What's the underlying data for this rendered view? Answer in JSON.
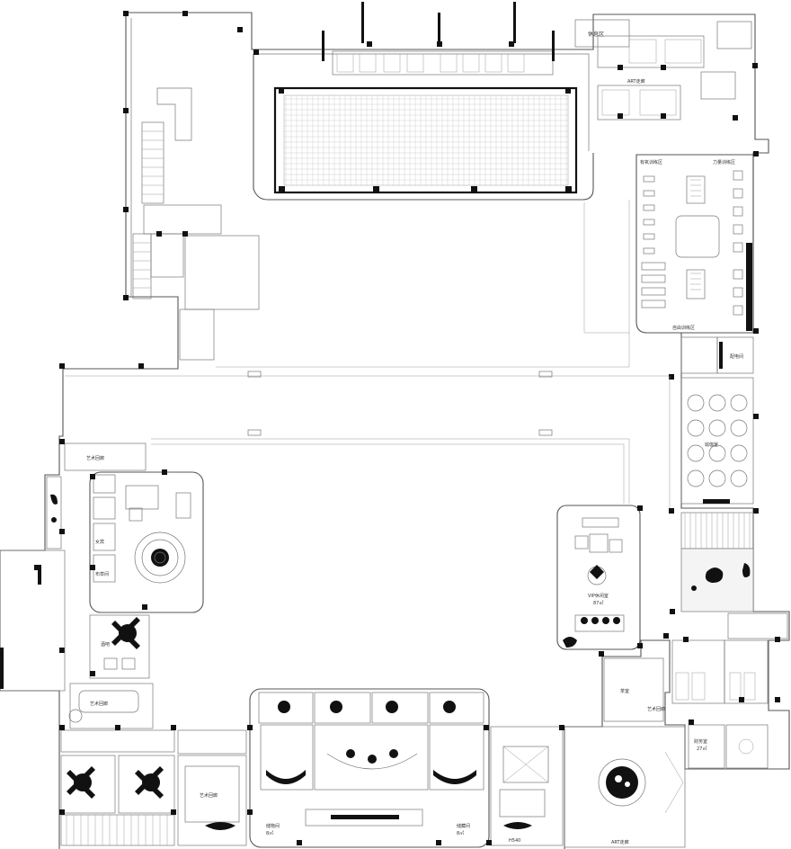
{
  "plan": {
    "labels": {
      "reception_room_top": "休息区",
      "art_walkway": "ART走廊",
      "aerobic_zone": "有氧训练区",
      "strength_zone": "力量训练区",
      "free_zone": "自由训练区",
      "distribution": "配电间",
      "yoga_room": "瑜伽室",
      "art_gallery_left": "艺术回廊",
      "vip_lounge": "VIP休闲室",
      "vip_area": "87㎡",
      "art_gallery_mid": "艺术回廊",
      "art_gallery_right": "艺术回廊",
      "tea_room": "茶室",
      "ladies_room": "女宾",
      "laundry": "布草间",
      "bar_label": "酒吧",
      "office_label": "财务室",
      "office_area": "27㎡",
      "side_room_1": "储物间",
      "side_room_1_area": "8㎡",
      "side_room_2": "储藏间",
      "side_room_2_area": "8㎡",
      "elevation_mark": "H540",
      "art_left_bottom": "艺术回廊",
      "right_room_mark": "ART走廊"
    }
  }
}
